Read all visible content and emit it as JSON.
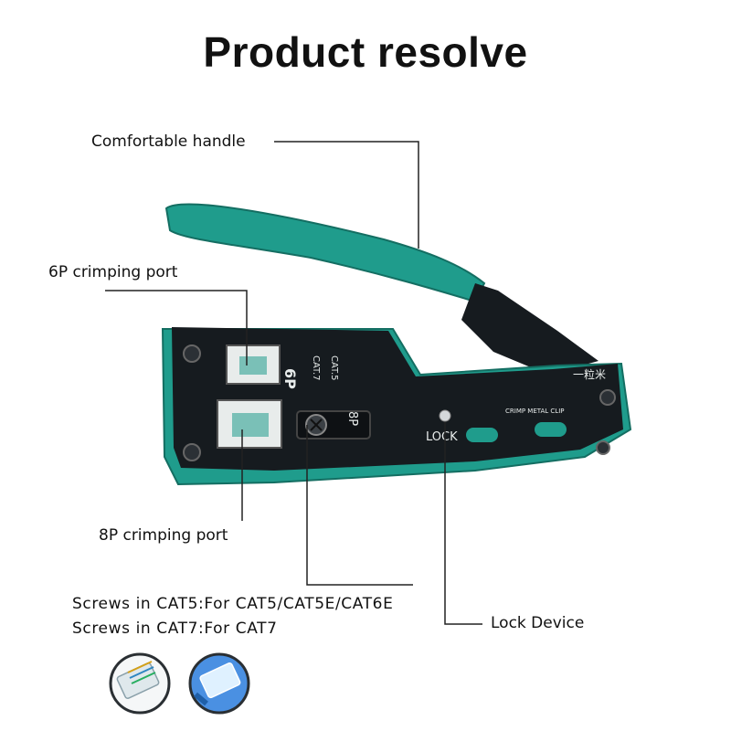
{
  "title": "Product resolve",
  "callouts": {
    "handle": "Comfortable handle",
    "port6p": "6P crimping port",
    "port8p": "8P crimping port",
    "lock": "Lock Device"
  },
  "notes": {
    "line1": "Screws in CAT5:For CAT5/CAT5E/CAT6E",
    "line2": "Screws in CAT7:For CAT7"
  },
  "tool_markings": {
    "p6": "6P",
    "cat7": "CAT.7",
    "cat5": "CAT.5",
    "p8": "8P",
    "lock": "LOCK",
    "crimp_clip": "CRIMP METAL CLIP",
    "brand": "一粒米"
  },
  "colors": {
    "handle_teal": "#1f9c8c",
    "body_black": "#161b1f",
    "leader_line": "#222222"
  }
}
